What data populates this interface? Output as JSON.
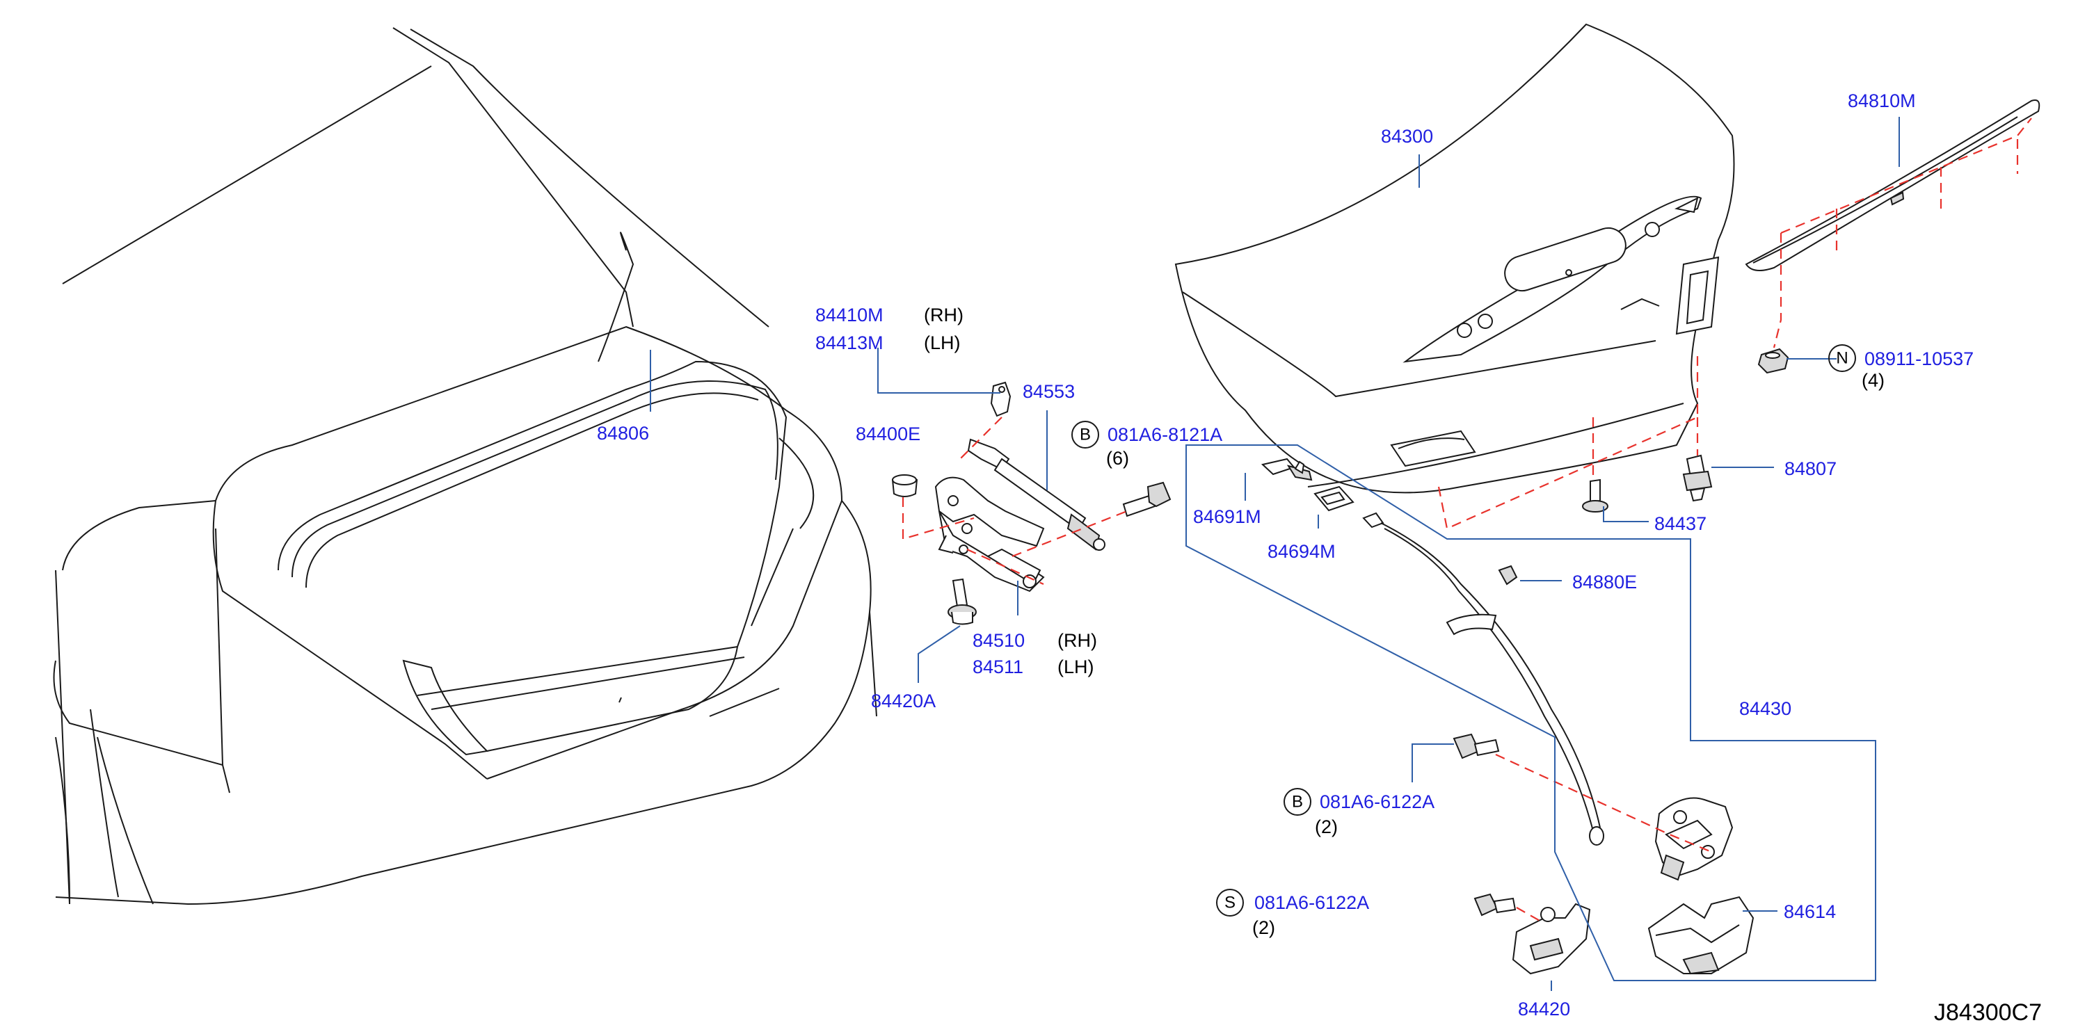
{
  "diagram_id": "J84300C7",
  "callouts": {
    "p84806": "84806",
    "p84410M": "84410M",
    "p84410M_side": "(RH)",
    "p84413M": "84413M",
    "p84413M_side": "(LH)",
    "p84553": "84553",
    "p84400E": "84400E",
    "p84510": "84510",
    "p84510_side": "(RH)",
    "p84511": "84511",
    "p84511_side": "(LH)",
    "p84420A": "84420A",
    "p84300": "84300",
    "p84810M": "84810M",
    "p84691M": "84691M",
    "p84694M": "84694M",
    "p84437": "84437",
    "p84807": "84807",
    "p84880E": "84880E",
    "p84430": "84430",
    "p84614": "84614",
    "p84420": "84420"
  },
  "fasteners": {
    "bolt_top": {
      "prefix": "B",
      "code": "081A6-8121A",
      "qty": "(6)"
    },
    "nut": {
      "prefix": "N",
      "code": "08911-10537",
      "qty": "(4)"
    },
    "bolt_mid": {
      "prefix": "B",
      "code": "081A6-6122A",
      "qty": "(2)"
    },
    "screw": {
      "prefix": "S",
      "code": "081A6-6122A",
      "qty": "(2)"
    }
  },
  "colors": {
    "label": "#1f1fe0",
    "leader": "#2f5fa8",
    "dashed_guide": "#e8322c",
    "outline": "#1a1a1a"
  }
}
